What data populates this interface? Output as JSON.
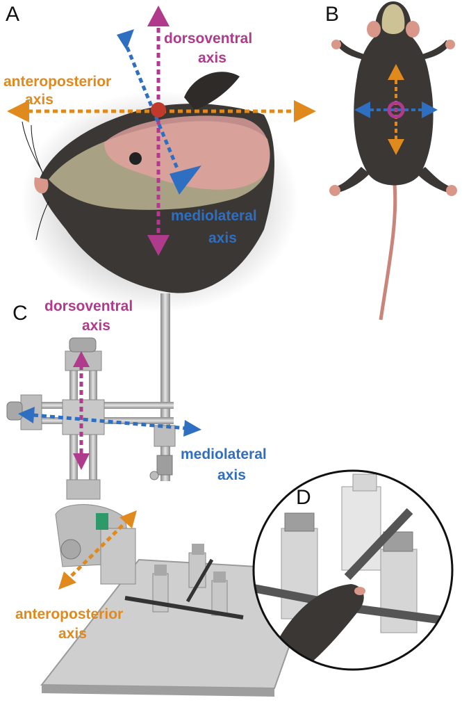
{
  "panels": {
    "a": "A",
    "b": "B",
    "c": "C",
    "d": "D"
  },
  "labels": {
    "a_dv_1": "dorsoventral",
    "a_dv_2": "axis",
    "a_ap_1": "anteroposterior",
    "a_ap_2": "axis",
    "a_ml_1": "mediolateral",
    "a_ml_2": "axis",
    "c_dv_1": "dorsoventral",
    "c_dv_2": "axis",
    "c_ml_1": "mediolateral",
    "c_ml_2": "axis",
    "c_ap_1": "anteroposterior",
    "c_ap_2": "axis"
  },
  "colors": {
    "dorsoventral": "#b03a8c",
    "anteroposterior": "#e08a1e",
    "mediolateral": "#2f6fc2",
    "bregma": "#c0392b",
    "fur": "#3b3734",
    "skin": "#d9978a",
    "metal": "#a8a8a8",
    "base": "#cfcfcf"
  }
}
